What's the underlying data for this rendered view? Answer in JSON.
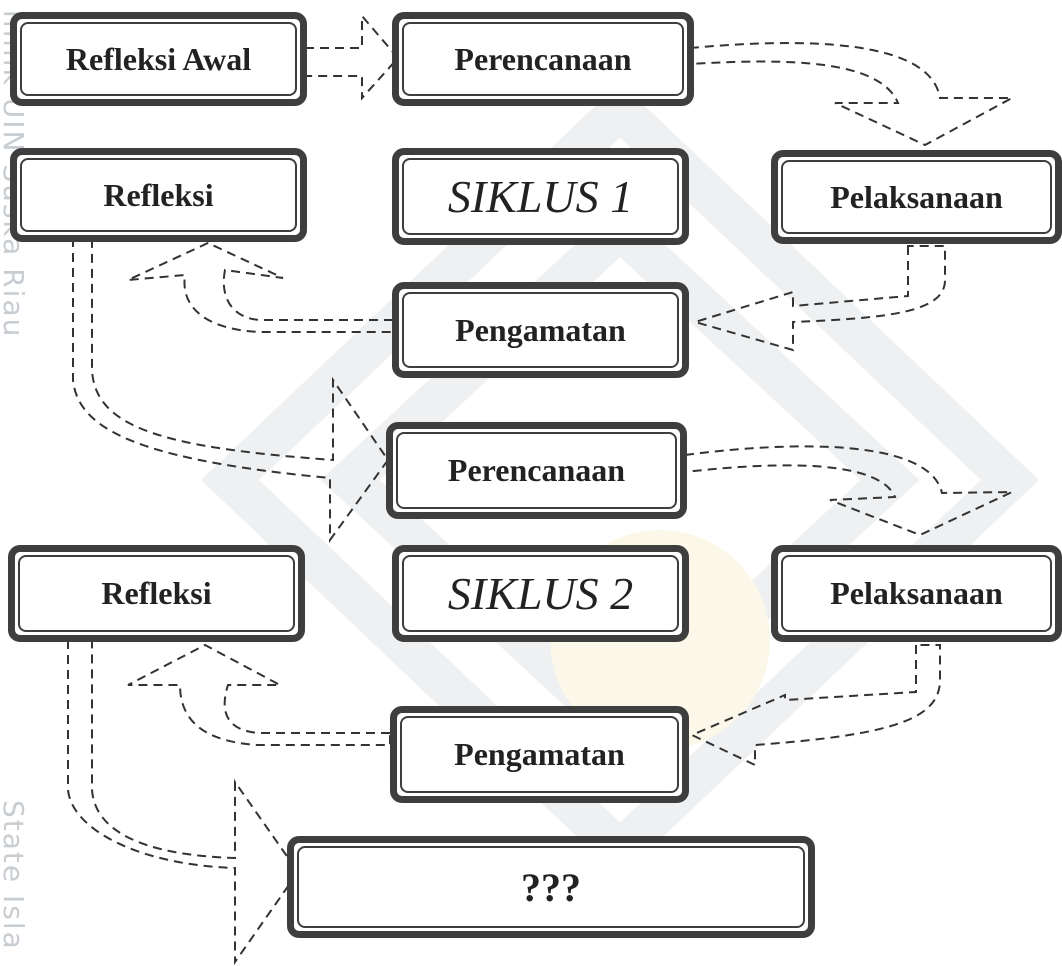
{
  "watermark": {
    "side_top": "milik UIN Suska Riau",
    "side_bottom": "State Isla"
  },
  "cycle1": {
    "refleksi_awal": "Refleksi Awal",
    "perencanaan": "Perencanaan",
    "refleksi": "Refleksi",
    "title": "SIKLUS 1",
    "pelaksanaan": "Pelaksanaan",
    "pengamatan": "Pengamatan"
  },
  "cycle2": {
    "perencanaan": "Perencanaan",
    "refleksi": "Refleksi",
    "title": "SIKLUS 2",
    "pelaksanaan": "Pelaksanaan",
    "pengamatan": "Pengamatan"
  },
  "next_step": "???",
  "colors": {
    "box_border": "#3e3e3e",
    "arrow_stroke": "#333333",
    "watermark": "#c8cdd2"
  }
}
